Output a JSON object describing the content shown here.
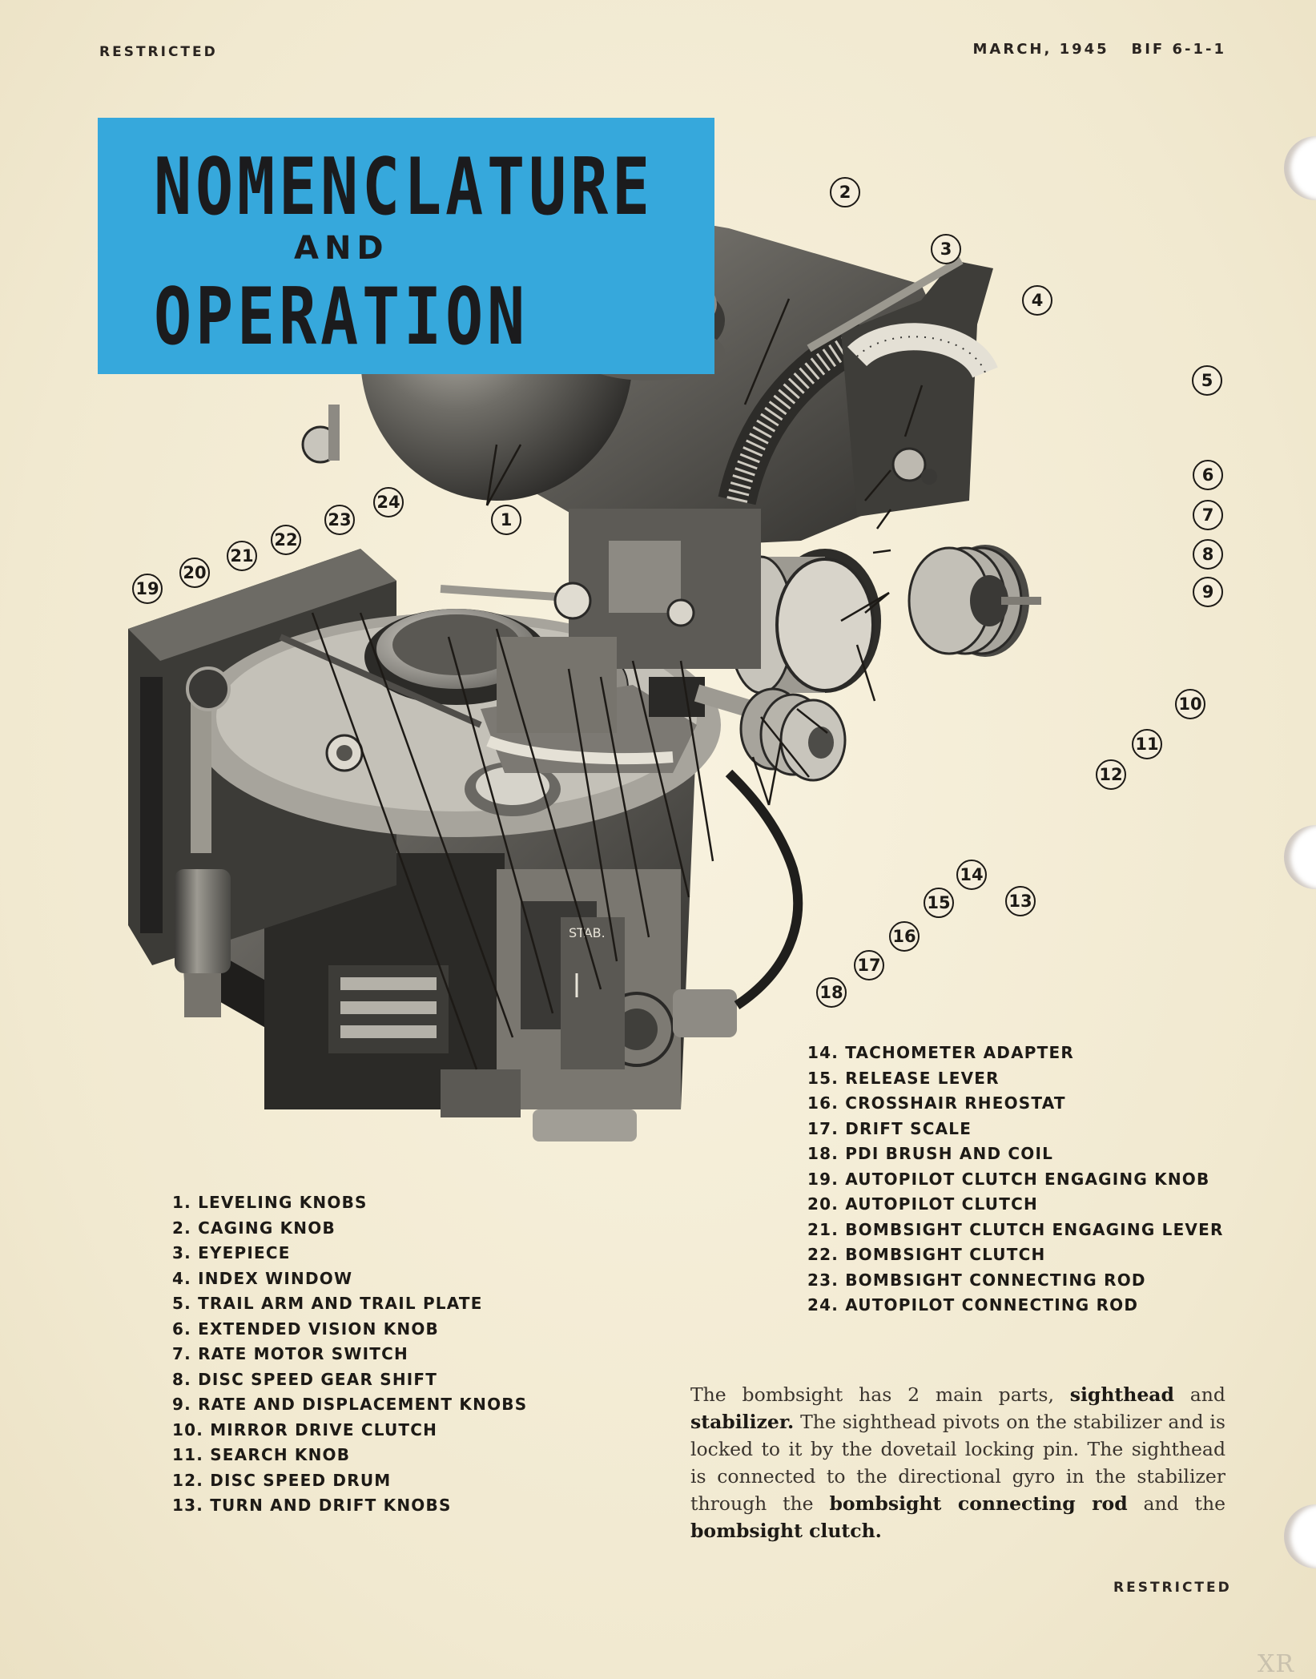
{
  "header": {
    "left": "RESTRICTED",
    "right": "MARCH, 1945   BIF 6-1-1"
  },
  "title": {
    "line1": "NOMENCLATURE",
    "line2": "AND",
    "line3": "OPERATION"
  },
  "callouts": [
    "1",
    "2",
    "3",
    "4",
    "5",
    "6",
    "7",
    "8",
    "9",
    "10",
    "11",
    "12",
    "13",
    "14",
    "15",
    "16",
    "17",
    "18",
    "19",
    "20",
    "21",
    "22",
    "23",
    "24"
  ],
  "nomenclature_left": [
    "1. LEVELING KNOBS",
    "2. CAGING KNOB",
    "3. EYEPIECE",
    "4. INDEX WINDOW",
    "5. TRAIL ARM AND TRAIL PLATE",
    "6. EXTENDED VISION KNOB",
    "7. RATE MOTOR SWITCH",
    "8. DISC SPEED GEAR SHIFT",
    "9. RATE AND DISPLACEMENT KNOBS",
    "10. MIRROR DRIVE CLUTCH",
    "11. SEARCH KNOB",
    "12. DISC SPEED DRUM",
    "13. TURN AND DRIFT KNOBS"
  ],
  "nomenclature_right": [
    "14. TACHOMETER ADAPTER",
    "15. RELEASE LEVER",
    "16. CROSSHAIR RHEOSTAT",
    "17. DRIFT SCALE",
    "18. PDI BRUSH AND COIL",
    "19. AUTOPILOT CLUTCH ENGAGING KNOB",
    "20. AUTOPILOT CLUTCH",
    "21. BOMBSIGHT CLUTCH ENGAGING LEVER",
    "22. BOMBSIGHT CLUTCH",
    "23. BOMBSIGHT CONNECTING ROD",
    "24. AUTOPILOT CONNECTING ROD"
  ],
  "paragraph": {
    "t1": "The bombsight has 2 main parts, ",
    "b1": "sighthead",
    "t2": " and ",
    "b2": "stabilizer.",
    "t3": " The sighthead pivots on the stabilizer and is locked to it by the dovetail locking pin. The sighthead is connected to the directional gyro in the stabilizer through the ",
    "b3": "bombsight connecting rod",
    "t4": " and the ",
    "b4": "bombsight clutch.",
    "t5": ""
  },
  "footer": {
    "right": "RESTRICTED"
  },
  "watermark": "XR",
  "colors": {
    "paper": "#f3ecd6",
    "title_box": "#36a8dc",
    "ink": "#1d1a16",
    "metal_dark": "#3b3a37",
    "metal_mid": "#6e6c66",
    "metal_light": "#b9b6ad"
  }
}
